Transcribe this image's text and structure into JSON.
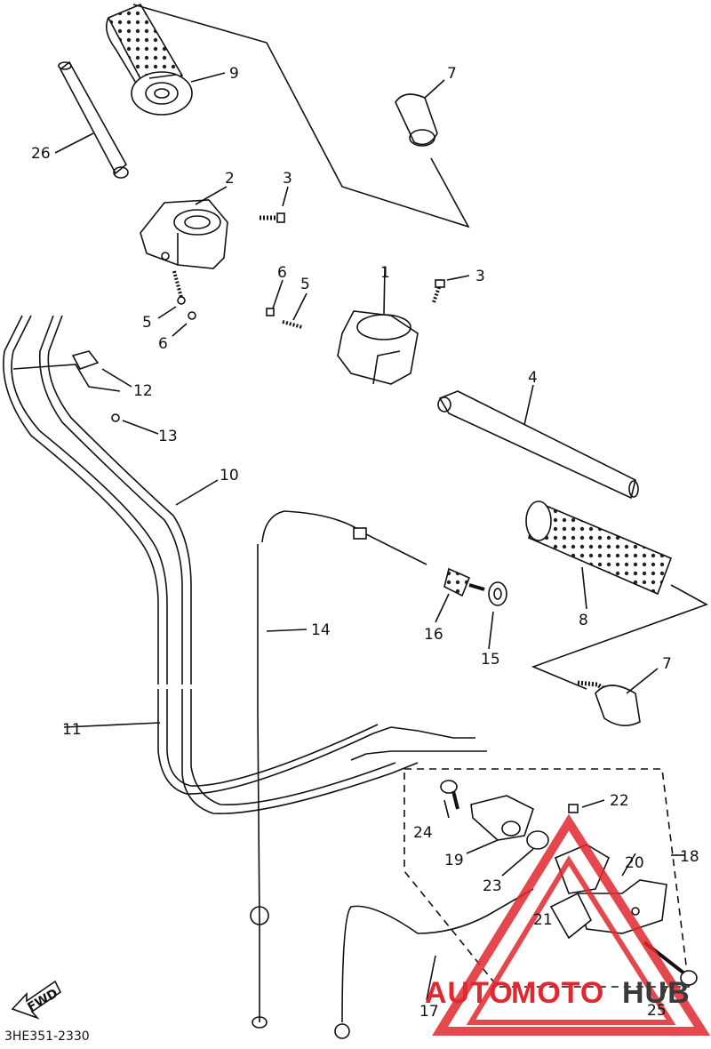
{
  "diagram": {
    "callouts": {
      "c1": "1",
      "c2": "2",
      "c3a": "3",
      "c3b": "3",
      "c4": "4",
      "c5a": "5",
      "c5b": "5",
      "c6a": "6",
      "c6b": "6",
      "c7a": "7",
      "c7b": "7",
      "c8": "8",
      "c9": "9",
      "c10": "10",
      "c11": "11",
      "c12": "12",
      "c13": "13",
      "c14": "14",
      "c15": "15",
      "c16": "16",
      "c17": "17",
      "c18": "18",
      "c19": "19",
      "c20": "20",
      "c21": "21",
      "c22": "22",
      "c23": "23",
      "c24": "24",
      "c25": "25",
      "c26": "26"
    },
    "fwd_label": "FWD",
    "part_code": "3HE351-2330"
  },
  "watermark": {
    "text_a": "AUTO",
    "text_b": "MOTO",
    "text_c": "HUB",
    "color_primary": "#e0282e",
    "color_dark": "#3a3a3a"
  }
}
